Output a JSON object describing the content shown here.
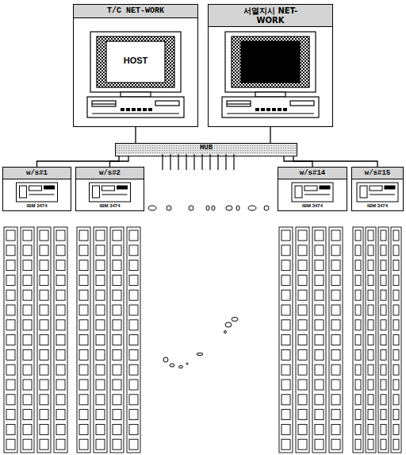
{
  "diagram": {
    "nodes": [
      {
        "text": [
          "T/C NET-WORK"
        ]
      },
      {
        "text": [
          "서열지시 NET-WORK"
        ]
      },
      {
        "text": [
          "HUB"
        ]
      },
      {
        "text": [
          "w/s#1"
        ]
      },
      {
        "text": [
          "w/s#2"
        ]
      },
      {
        "text": [
          "w/s#14"
        ]
      },
      {
        "text": [
          "w/s#15"
        ]
      }
    ],
    "edges": [
      {
        "from": 0,
        "to": 2,
        "arrow": "none"
      },
      {
        "from": 1,
        "to": 2,
        "arrow": "none"
      },
      {
        "from": 2,
        "to": 3,
        "arrow": "none"
      },
      {
        "from": 2,
        "to": 4,
        "arrow": "none"
      },
      {
        "from": 2,
        "to": 5,
        "arrow": "none"
      },
      {
        "from": 2,
        "to": 6,
        "arrow": "none"
      }
    ],
    "labels": [
      "HOST",
      "IBM 3474",
      "IBM 3474",
      "IBM 3474",
      "IBM 3474"
    ]
  }
}
